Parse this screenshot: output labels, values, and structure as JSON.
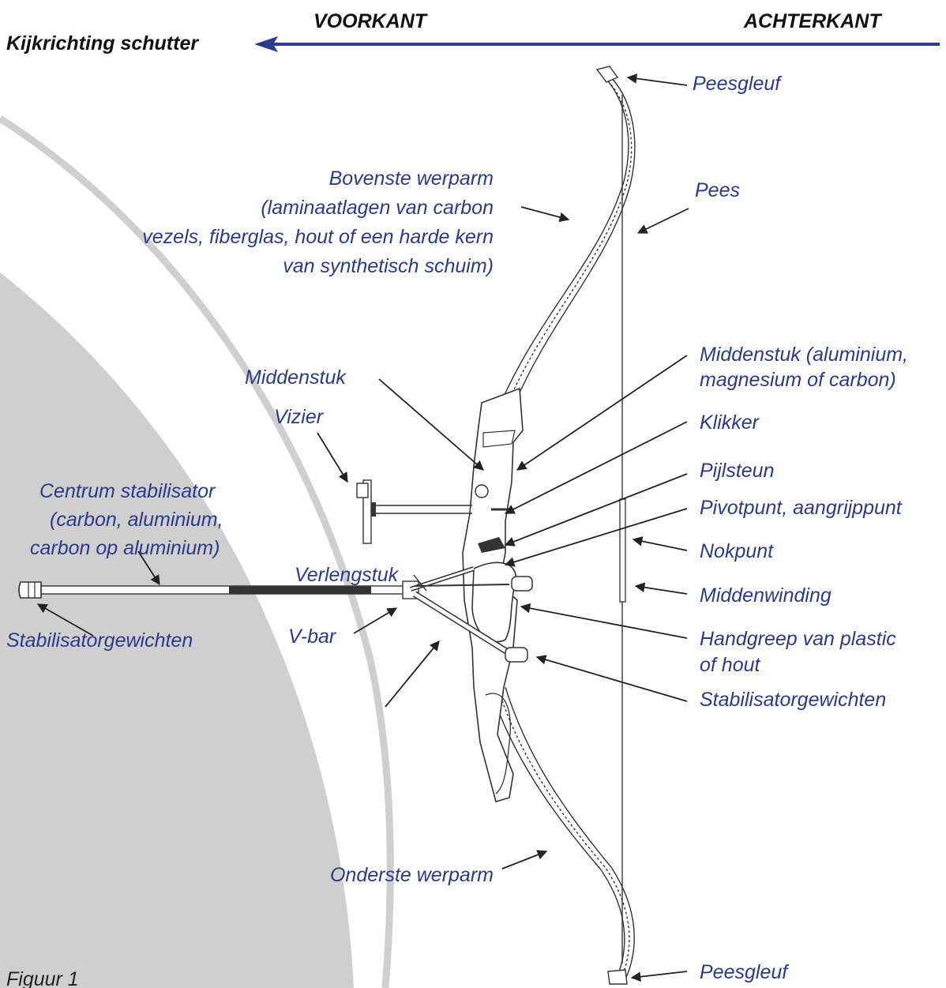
{
  "header": {
    "front": "VOORKANT",
    "back": "ACHTERKANT",
    "direction": "Kijkrichting schutter"
  },
  "labels": {
    "peesgleuf_top": "Peesgleuf",
    "bovenste_werparm": [
      "Bovenste werparm",
      "(laminaatlagen van carbon",
      "vezels, fiberglas, hout of een harde kern",
      "van synthetisch schuim)"
    ],
    "pees": "Pees",
    "middenstuk_right": [
      "Middenstuk (aluminium,",
      "magnesium of carbon)"
    ],
    "middenstuk_left": "Middenstuk",
    "vizier": "Vizier",
    "klikker": "Klikker",
    "pijlsteun": "Pijlsteun",
    "pivotpunt": "Pivotpunt, aangrijppunt",
    "nokpunt": "Nokpunt",
    "middenwinding": "Middenwinding",
    "handgreep": [
      "Handgreep van plastic",
      "of hout"
    ],
    "stabilisatorgewichten_right": "Stabilisatorgewichten",
    "centrum_stabilisator": [
      "Centrum stabilisator",
      "(carbon, aluminium,",
      "carbon op aluminium)"
    ],
    "verlengstuk": "Verlengstuk",
    "stabilisatorgewichten_left": "Stabilisatorgewichten",
    "vbar": "V-bar",
    "onderste_werparm": "Onderste werparm",
    "peesgleuf_bottom": "Peesgleuf",
    "figuur": "Figuur 1"
  },
  "colors": {
    "label_blue": "#2b3a8a",
    "arrow_blue": "#2b3a8a",
    "background_arc": "#cccccc",
    "line": "#222222"
  }
}
